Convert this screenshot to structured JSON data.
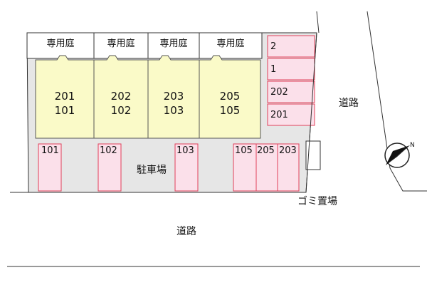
{
  "gardens": [
    "専用庭",
    "専用庭",
    "専用庭",
    "専用庭"
  ],
  "units": [
    {
      "upper": "201",
      "lower": "101"
    },
    {
      "upper": "202",
      "lower": "102"
    },
    {
      "upper": "203",
      "lower": "103"
    },
    {
      "upper": "205",
      "lower": "105"
    }
  ],
  "parking_right": [
    "2",
    "1",
    "202",
    "201"
  ],
  "parking_bottom": [
    "101",
    "102",
    "103",
    "105",
    "205",
    "203"
  ],
  "labels": {
    "parking_lot": "駐車場",
    "garbage": "ゴミ置場",
    "road_east": "道路",
    "road_south": "道路",
    "north_mark": "N"
  },
  "colors": {
    "building": "#fafac8",
    "parking_fill": "#fbe0ea",
    "parking_stroke": "#e0405a",
    "lot": "#e6e6e6",
    "line": "#333333"
  }
}
